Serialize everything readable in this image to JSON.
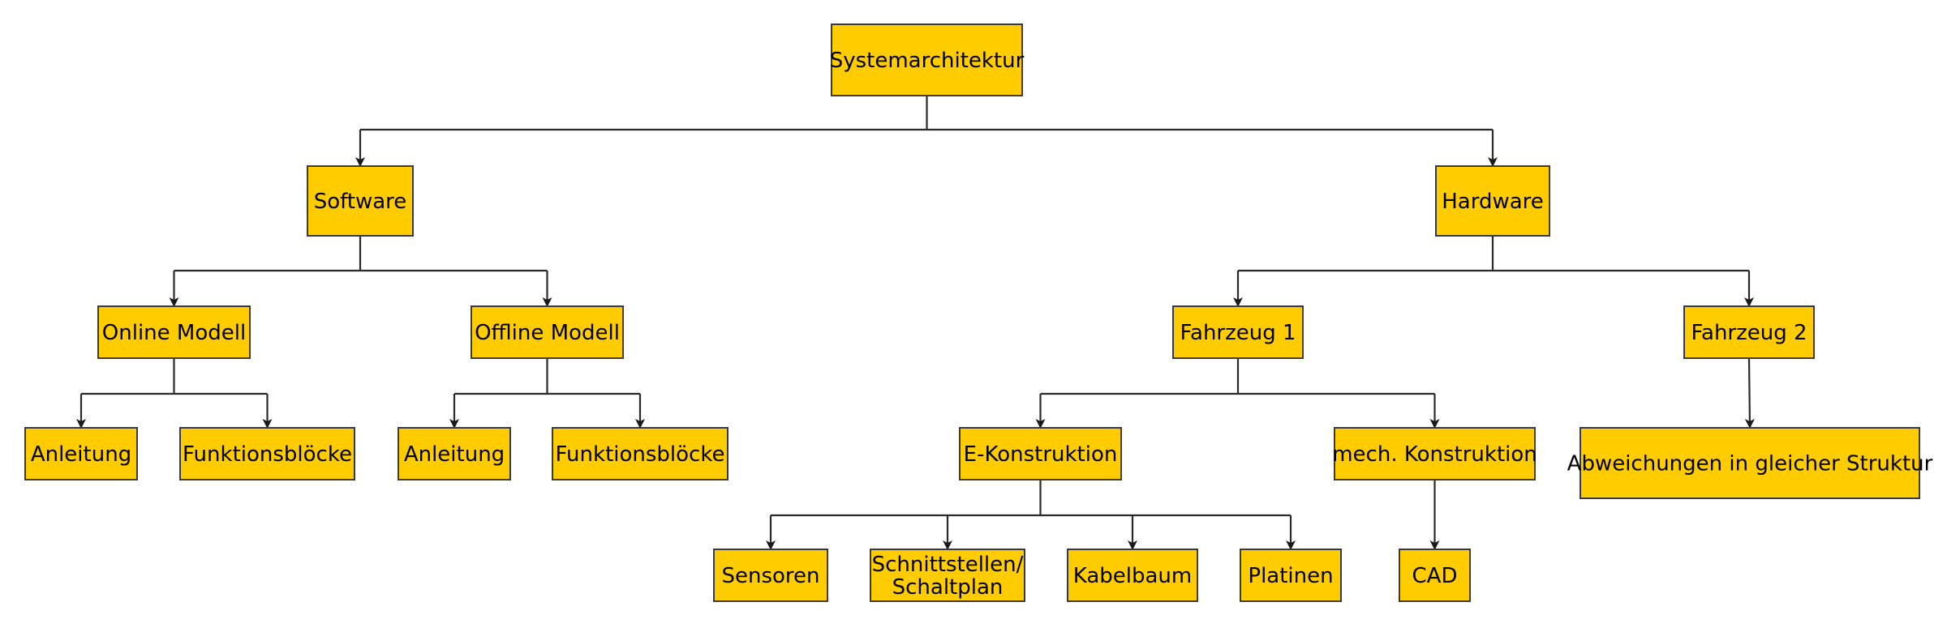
{
  "colors": {
    "node_fill": "#ffcc00",
    "node_stroke": "#3a3a3a",
    "edge": "#2a2a2a",
    "background": "#ffffff"
  },
  "nodes": {
    "root": {
      "lines": [
        "Systemarchitektur"
      ]
    },
    "sw": {
      "lines": [
        "Software"
      ]
    },
    "hw": {
      "lines": [
        "Hardware"
      ]
    },
    "onl": {
      "lines": [
        "Online Modell"
      ]
    },
    "off": {
      "lines": [
        "Offline Modell"
      ]
    },
    "onl_a": {
      "lines": [
        "Anleitung"
      ]
    },
    "onl_f": {
      "lines": [
        "Funktionsblöcke"
      ]
    },
    "off_a": {
      "lines": [
        "Anleitung"
      ]
    },
    "off_f": {
      "lines": [
        "Funktionsblöcke"
      ]
    },
    "fz1": {
      "lines": [
        "Fahrzeug 1"
      ]
    },
    "fz2": {
      "lines": [
        "Fahrzeug 2"
      ]
    },
    "ek": {
      "lines": [
        "E-Konstruktion"
      ]
    },
    "mk": {
      "lines": [
        "mech. Konstruktion"
      ]
    },
    "abw": {
      "lines": [
        "Abweichungen in gleicher Struktur"
      ]
    },
    "sens": {
      "lines": [
        "Sensoren"
      ]
    },
    "schn": {
      "lines": [
        "Schnittstellen/",
        "Schaltplan"
      ]
    },
    "kab": {
      "lines": [
        "Kabelbaum"
      ]
    },
    "plat": {
      "lines": [
        "Platinen"
      ]
    },
    "cad": {
      "lines": [
        "CAD"
      ]
    }
  },
  "edges": [
    [
      "root",
      "sw"
    ],
    [
      "root",
      "hw"
    ],
    [
      "sw",
      "onl"
    ],
    [
      "sw",
      "off"
    ],
    [
      "onl",
      "onl_a"
    ],
    [
      "onl",
      "onl_f"
    ],
    [
      "off",
      "off_a"
    ],
    [
      "off",
      "off_f"
    ],
    [
      "hw",
      "fz1"
    ],
    [
      "hw",
      "fz2"
    ],
    [
      "fz1",
      "ek"
    ],
    [
      "fz1",
      "mk"
    ],
    [
      "fz2",
      "abw"
    ],
    [
      "ek",
      "sens"
    ],
    [
      "ek",
      "schn"
    ],
    [
      "ek",
      "kab"
    ],
    [
      "ek",
      "plat"
    ],
    [
      "mk",
      "cad"
    ]
  ]
}
